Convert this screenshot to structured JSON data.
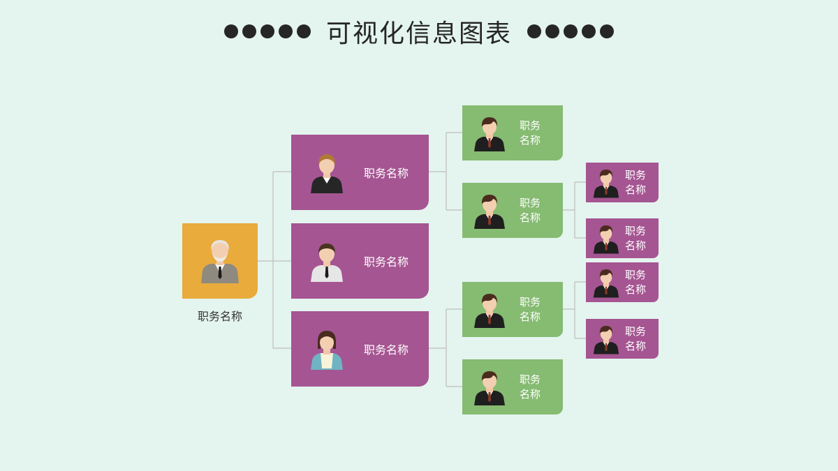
{
  "title": "可视化信息图表",
  "root": {
    "label": "职务名称"
  },
  "level1": [
    {
      "label": "职务名称"
    },
    {
      "label": "职务名称"
    },
    {
      "label": "职务名称"
    }
  ],
  "level2": [
    {
      "label": "职务名称"
    },
    {
      "label": "职务名称"
    },
    {
      "label": "职务名称"
    },
    {
      "label": "职务名称"
    }
  ],
  "level3": [
    {
      "label": "职务名称"
    },
    {
      "label": "职务名称"
    },
    {
      "label": "职务名称"
    },
    {
      "label": "职务名称"
    }
  ],
  "colors": {
    "background": "#e4f4ef",
    "root": "#e8ab3c",
    "purple": "#a55592",
    "green": "#86bb72",
    "connector": "#bdbdbd"
  }
}
